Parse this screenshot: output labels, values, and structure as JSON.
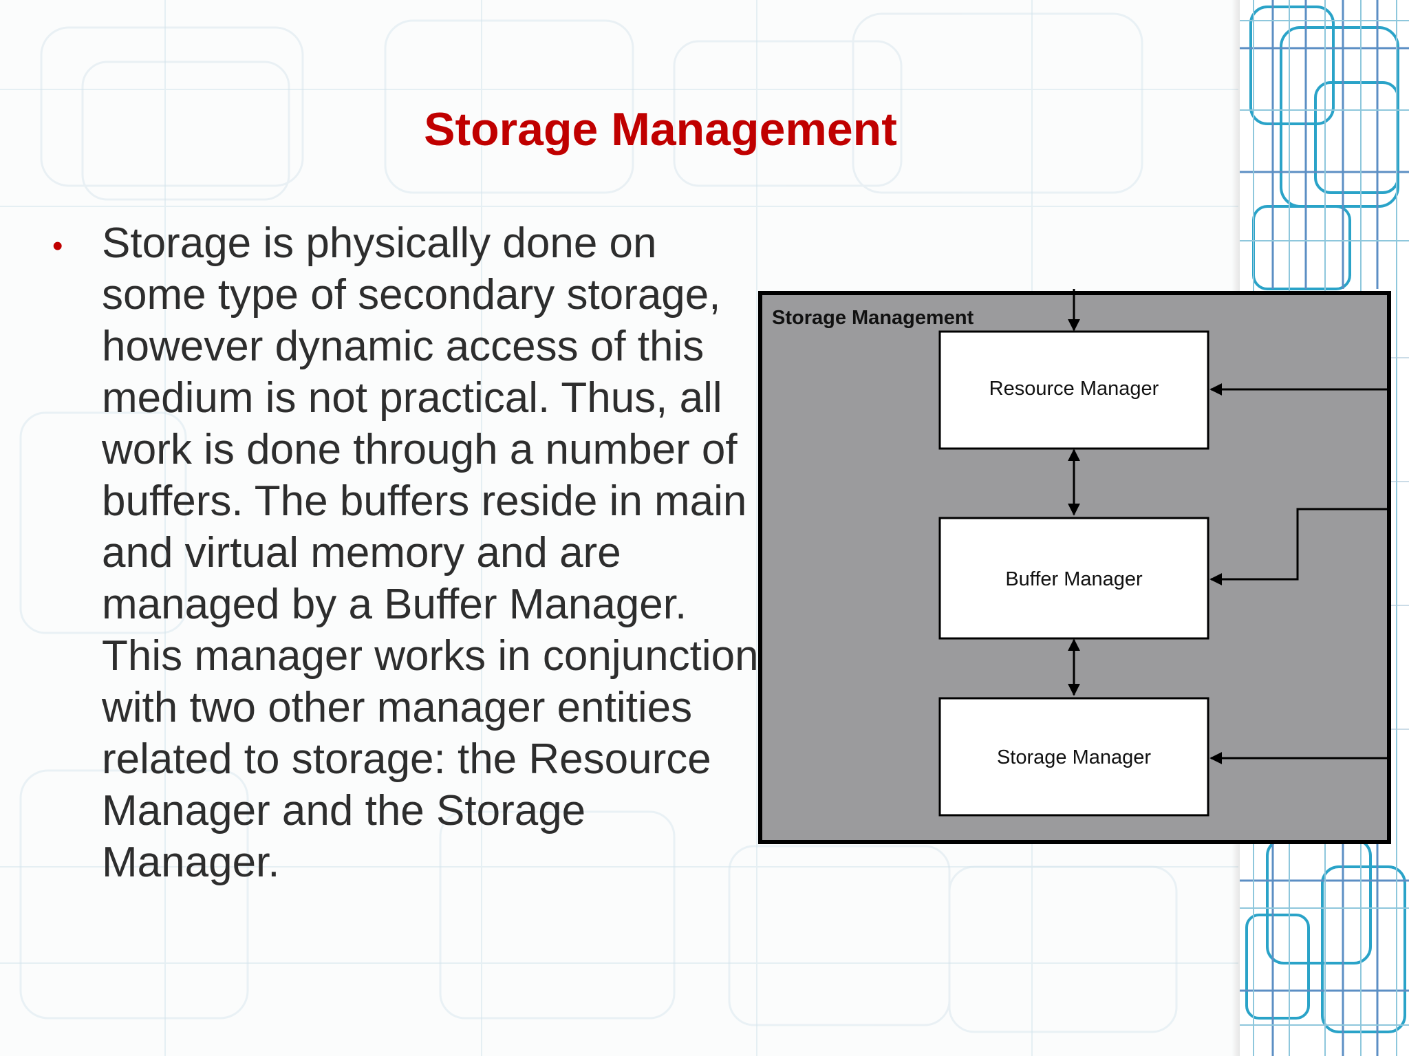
{
  "slide": {
    "title": "Storage Management",
    "bullet": "Storage is physically done on some type of secondary storage, however dynamic access of this medium is not practical. Thus, all work is done through a number of buffers. The buffers reside in main and virtual memory and are managed by a Buffer Manager. This manager works in conjunction with two other manager entities related to storage: the Resource Manager and the Storage Manager."
  },
  "diagram": {
    "container_label": "Storage Management",
    "boxes": {
      "resource": "Resource Manager",
      "buffer": "Buffer Manager",
      "storage": "Storage Manager"
    }
  },
  "colors": {
    "title": "#c00000",
    "body_text": "#2d2d2d",
    "bullet": "#c00000",
    "diagram_fill": "#9b9b9d",
    "diagram_border": "#000000",
    "box_fill": "#ffffff",
    "pattern_line": "#c7dde6",
    "strip_line": "#2aa3c8"
  }
}
